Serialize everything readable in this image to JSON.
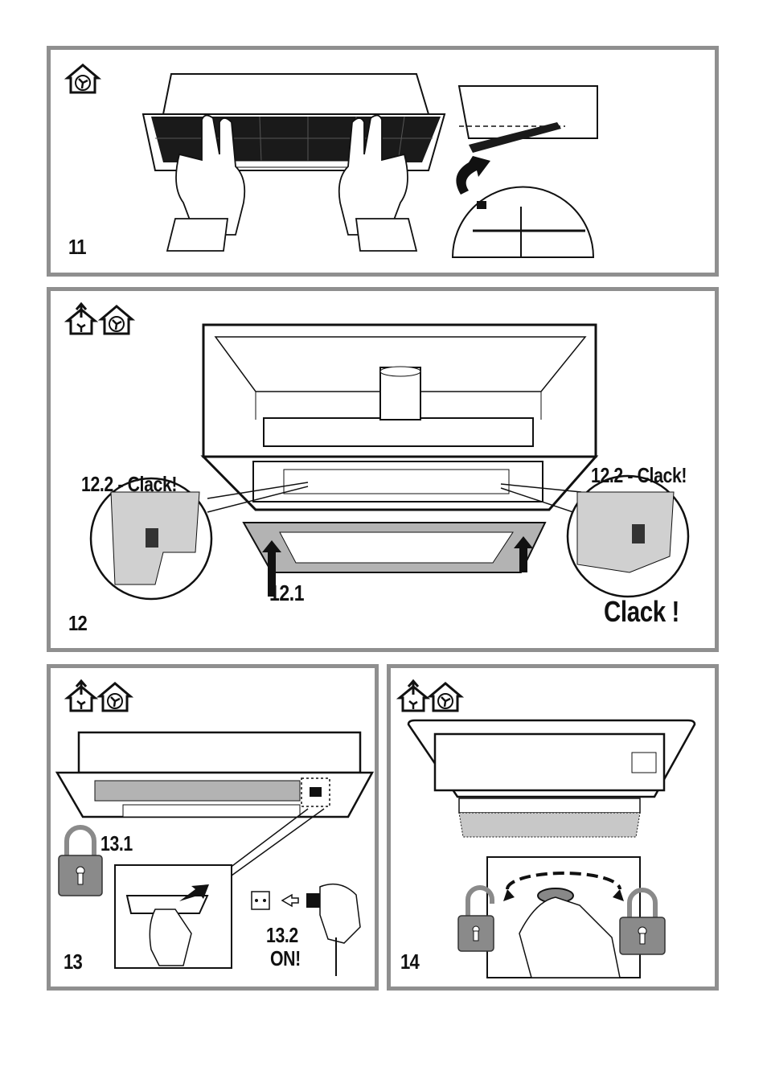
{
  "panels": {
    "p11": {
      "number": "11",
      "icons": [
        "recirculation-house-icon"
      ]
    },
    "p12": {
      "number": "12",
      "icons": [
        "extraction-house-icon",
        "recirculation-house-icon"
      ],
      "callout_left": "12.2 - Clack!",
      "callout_right": "12.2 - Clack!",
      "step": "12.1",
      "clack": "Clack !"
    },
    "p13": {
      "number": "13",
      "icons": [
        "extraction-house-icon",
        "recirculation-house-icon"
      ],
      "step_lock": "13.1",
      "step_on_line1": "13.2",
      "step_on_line2": "ON!"
    },
    "p14": {
      "number": "14",
      "icons": [
        "extraction-house-icon",
        "recirculation-house-icon",
        "padlock-open-icon",
        "padlock-closed-icon"
      ]
    }
  },
  "colors": {
    "frame": "#8f8f8f",
    "grey_fill": "#b3b3b3",
    "padlock": "#8a8a8a",
    "filter": "#1a1a1a"
  }
}
